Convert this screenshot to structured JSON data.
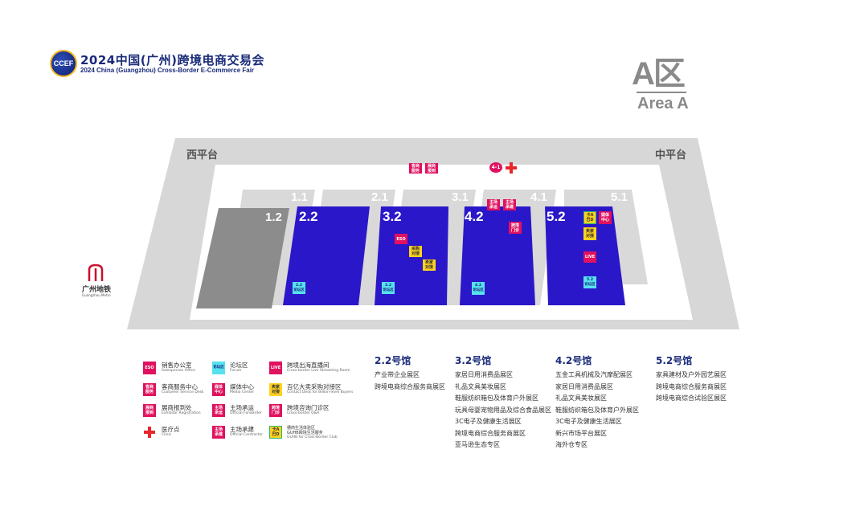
{
  "header": {
    "logo_text": "CCEF",
    "title": "2024中国(广州)跨境电商交易会",
    "subtitle": "2024 China (Guangzhou) Cross-Border E-Commerce Fair",
    "area_cn": "A区",
    "area_en": "Area A"
  },
  "map": {
    "west_platform": "西平台",
    "middle_platform": "中平台",
    "top_halls": [
      "1.1",
      "2.1",
      "3.1",
      "4.1",
      "5.1"
    ],
    "bottom_halls": [
      "1.2",
      "2.2",
      "3.2",
      "4.2",
      "5.2"
    ],
    "metro_cn": "广州地铁",
    "metro_en": "Guangzhou Metro",
    "top_tags": {
      "service": "客商\n服务",
      "register": "展商\n报到",
      "clinic_num": "4-1"
    },
    "hall41_tags": {
      "forwarder": "主场\n承运",
      "contractor": "主场\n承建"
    },
    "hall22_tags": {
      "forum": "2.2\n论坛区"
    },
    "hall32_tags": {
      "eso": "ESO",
      "contact1": "采购\n对接",
      "contact2": "卖家\n对接",
      "forum": "3.2\n论坛区"
    },
    "hall42_tags": {
      "consult": "跨境\n门诊",
      "forum": "4.2\n论坛区"
    },
    "hall52_tags": {
      "cbc": "卡A\n巴D",
      "media": "媒体\n中心",
      "seller": "卖家\n对接",
      "live": "LIVE",
      "forum": "5.2\n论坛区"
    },
    "colors": {
      "hall": "#2a17c9",
      "platform": "#d7d7d7",
      "red": "#e0115f",
      "yellow": "#ffd21f",
      "cyan": "#57e1f0"
    }
  },
  "legend": [
    {
      "tag": "ESO",
      "cn": "销售办公室",
      "en": "Salesperson Office",
      "color": "red"
    },
    {
      "tag": "客商\n服务",
      "cn": "客商服务中心",
      "en": "Customer Service Desk",
      "color": "red"
    },
    {
      "tag": "展商\n报到",
      "cn": "展商报到处",
      "en": "Exhibitor Registration",
      "color": "red"
    },
    {
      "tag": "",
      "cn": "医疗点",
      "en": "Clinic",
      "color": "cross"
    },
    {
      "tag": "论坛区",
      "cn": "论坛区",
      "en": "Forum",
      "color": "cyan"
    },
    {
      "tag": "媒体\n中心",
      "cn": "媒体中心",
      "en": "Media Center",
      "color": "red"
    },
    {
      "tag": "主场\n承运",
      "cn": "主场承运",
      "en": "Official Forwarder",
      "color": "red"
    },
    {
      "tag": "主场\n承建",
      "cn": "主场承建",
      "en": "Official Contractor",
      "color": "red"
    },
    {
      "tag": "LIVE",
      "cn": "跨境出海直播间",
      "en": "Cross-border Live Streaming Room",
      "color": "red"
    },
    {
      "tag": "卖家\n对接",
      "cn": "百亿大卖采购对接区",
      "en": "Contact Desk for Billion-level Buyers",
      "color": "yellow"
    },
    {
      "tag": "跨境\n门诊",
      "cn": "跨境咨询门诊区",
      "en": "Cross-border Q&A",
      "color": "red"
    },
    {
      "tag": "卡A\n巴D",
      "cn": "穗商生活体验区\nGUHB跨境生活服务",
      "en": "GUHB for Cross-Border Club",
      "color": "yellow"
    }
  ],
  "halls": [
    {
      "title": "2.2号馆",
      "items": [
        "产业带企业展区",
        "跨境电商综合服务商展区"
      ]
    },
    {
      "title": "3.2号馆",
      "items": [
        "家居日用消费品展区",
        "礼品文具美妆展区",
        "鞋服纺织箱包及体育户外展区",
        "玩具母婴宠物用品及综合食品展区",
        "3C电子及健康生活展区",
        "跨境电商综合服务商展区",
        "亚马逊生态专区"
      ]
    },
    {
      "title": "4.2号馆",
      "items": [
        "五金工具机械及汽摩配展区",
        "家居日用消费品展区",
        "礼品文具美妆展区",
        "鞋服纺织箱包及体育户外展区",
        "3C电子及健康生活展区",
        "新兴市场平台展区",
        "海外仓专区"
      ]
    },
    {
      "title": "5.2号馆",
      "items": [
        "家具建材及户外园艺展区",
        "跨境电商综合服务商展区",
        "跨境电商综合试验区展区"
      ]
    }
  ]
}
